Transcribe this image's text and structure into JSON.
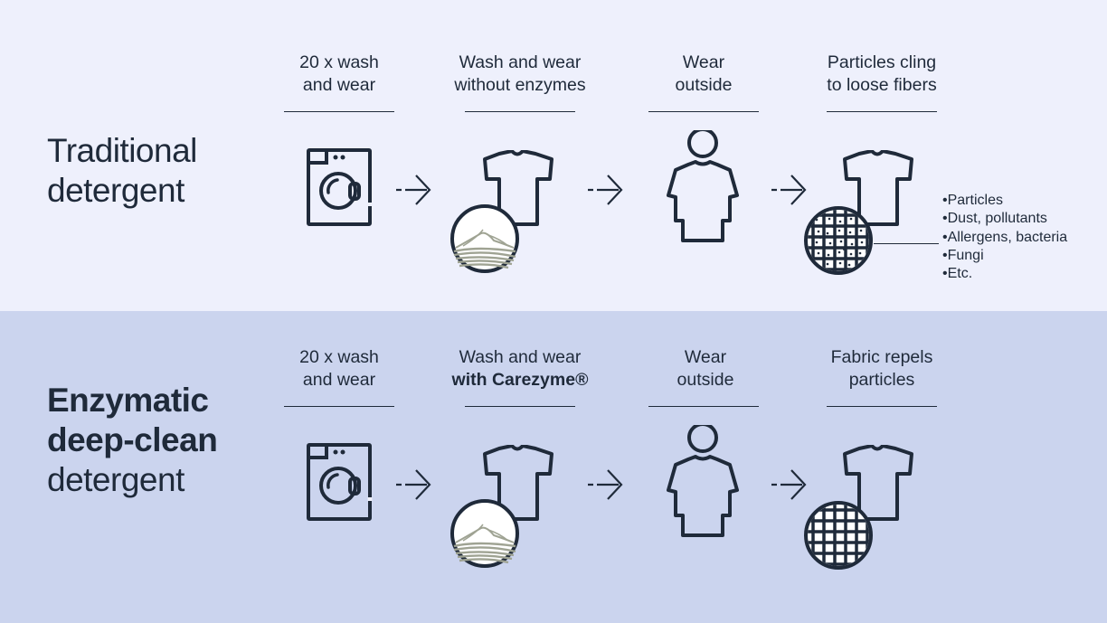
{
  "colors": {
    "top_background": "#eef0fc",
    "bottom_background": "#cbd4ee",
    "ink": "#1f2a3a",
    "fiber": "#9fa393"
  },
  "rows": [
    {
      "title_lines": [
        "Traditional",
        "detergent"
      ],
      "title_bold": false,
      "steps": [
        {
          "label_line1": "20 x wash",
          "label_line2": "and wear",
          "icon": "washing-machine-icon"
        },
        {
          "label_line1": "Wash and wear",
          "label_line2": "without enzymes",
          "icon": "tshirt-with-fiber-magnifier-icon"
        },
        {
          "label_line1": "Wear",
          "label_line2": "outside",
          "icon": "person-wearing-tshirt-icon"
        },
        {
          "label_line1": "Particles cling",
          "label_line2": "to loose fibers",
          "icon": "tshirt-with-dirty-fabric-magnifier-icon"
        }
      ],
      "particle_list": [
        "Particles",
        "Dust, pollutants",
        "Allergens, bacteria",
        "Fungi",
        "Etc."
      ]
    },
    {
      "title_lines": [
        "Enzymatic",
        "deep-clean",
        "detergent"
      ],
      "title_bold": true,
      "steps": [
        {
          "label_line1": "20 x wash",
          "label_line2": "and wear",
          "icon": "washing-machine-icon"
        },
        {
          "label_line1": "Wash and wear",
          "label_line2": "with Carezyme®",
          "icon": "tshirt-with-fiber-magnifier-icon"
        },
        {
          "label_line1": "Wear",
          "label_line2": "outside",
          "icon": "person-wearing-tshirt-icon"
        },
        {
          "label_line1": "Fabric repels",
          "label_line2": "particles",
          "icon": "tshirt-with-clean-fabric-magnifier-icon"
        }
      ]
    }
  ]
}
